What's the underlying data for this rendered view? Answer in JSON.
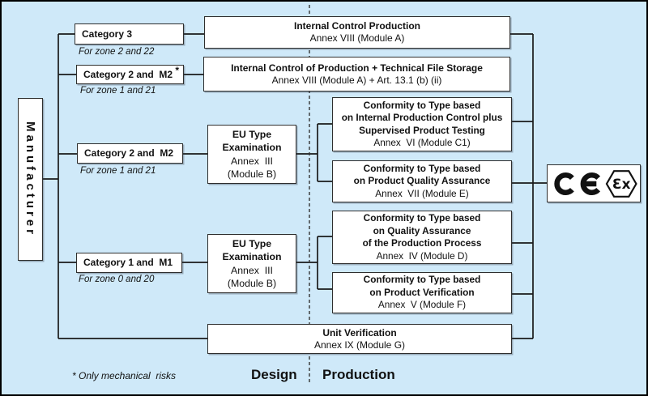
{
  "palette": {
    "background": "#cfe9f9",
    "box_fill": "#ffffff",
    "line_color": "#1a1a1a",
    "text_color": "#111111"
  },
  "manufacturer": {
    "label": "Manufacturer"
  },
  "categories": [
    {
      "label": "Category 3",
      "zone_note": "For zone 2 and 22",
      "asterisk": ""
    },
    {
      "label": "Category 2 and  M2",
      "zone_note": "For zone 1 and 21",
      "asterisk": "*"
    },
    {
      "label": "Category 2 and  M2",
      "zone_note": "For zone 1 and 21",
      "asterisk": ""
    },
    {
      "label": "Category 1 and  M1",
      "zone_note": "For zone 0 and 20",
      "asterisk": ""
    }
  ],
  "exam_box": {
    "line1": "EU Type",
    "line2": "Examination",
    "line3": "Annex  III",
    "line4": "(Module B)"
  },
  "modules": {
    "a": {
      "title": "Internal Control Production",
      "subtitle": "Annex VIII (Module A)"
    },
    "a_tfs": {
      "title": "Internal Control of Production + Technical File Storage",
      "subtitle": "Annex VIII (Module A) + Art. 13.1 (b) (ii)"
    },
    "c1": {
      "lines": [
        "Conformity to Type based",
        "on Internal Production Control plus",
        "Supervised Product Testing"
      ],
      "subtitle": "Annex  VI (Module C1)"
    },
    "e": {
      "lines": [
        "Conformity to Type based",
        "on Product Quality Assurance"
      ],
      "subtitle": "Annex  VII (Module E)"
    },
    "d": {
      "lines": [
        "Conformity to Type based",
        "on Quality Assurance",
        "of the Production Process"
      ],
      "subtitle": "Annex  IV (Module D)"
    },
    "f": {
      "lines": [
        "Conformity to Type based",
        "on Product Verification"
      ],
      "subtitle": "Annex  V (Module F)"
    },
    "g": {
      "title": "Unit Verification",
      "subtitle": "Annex IX (Module G)"
    }
  },
  "phases": {
    "design": "Design",
    "production": "Production"
  },
  "footnote": "* Only mechanical  risks",
  "marks": {
    "ce_label": "CE",
    "ex_glyph": "Ɛx"
  }
}
